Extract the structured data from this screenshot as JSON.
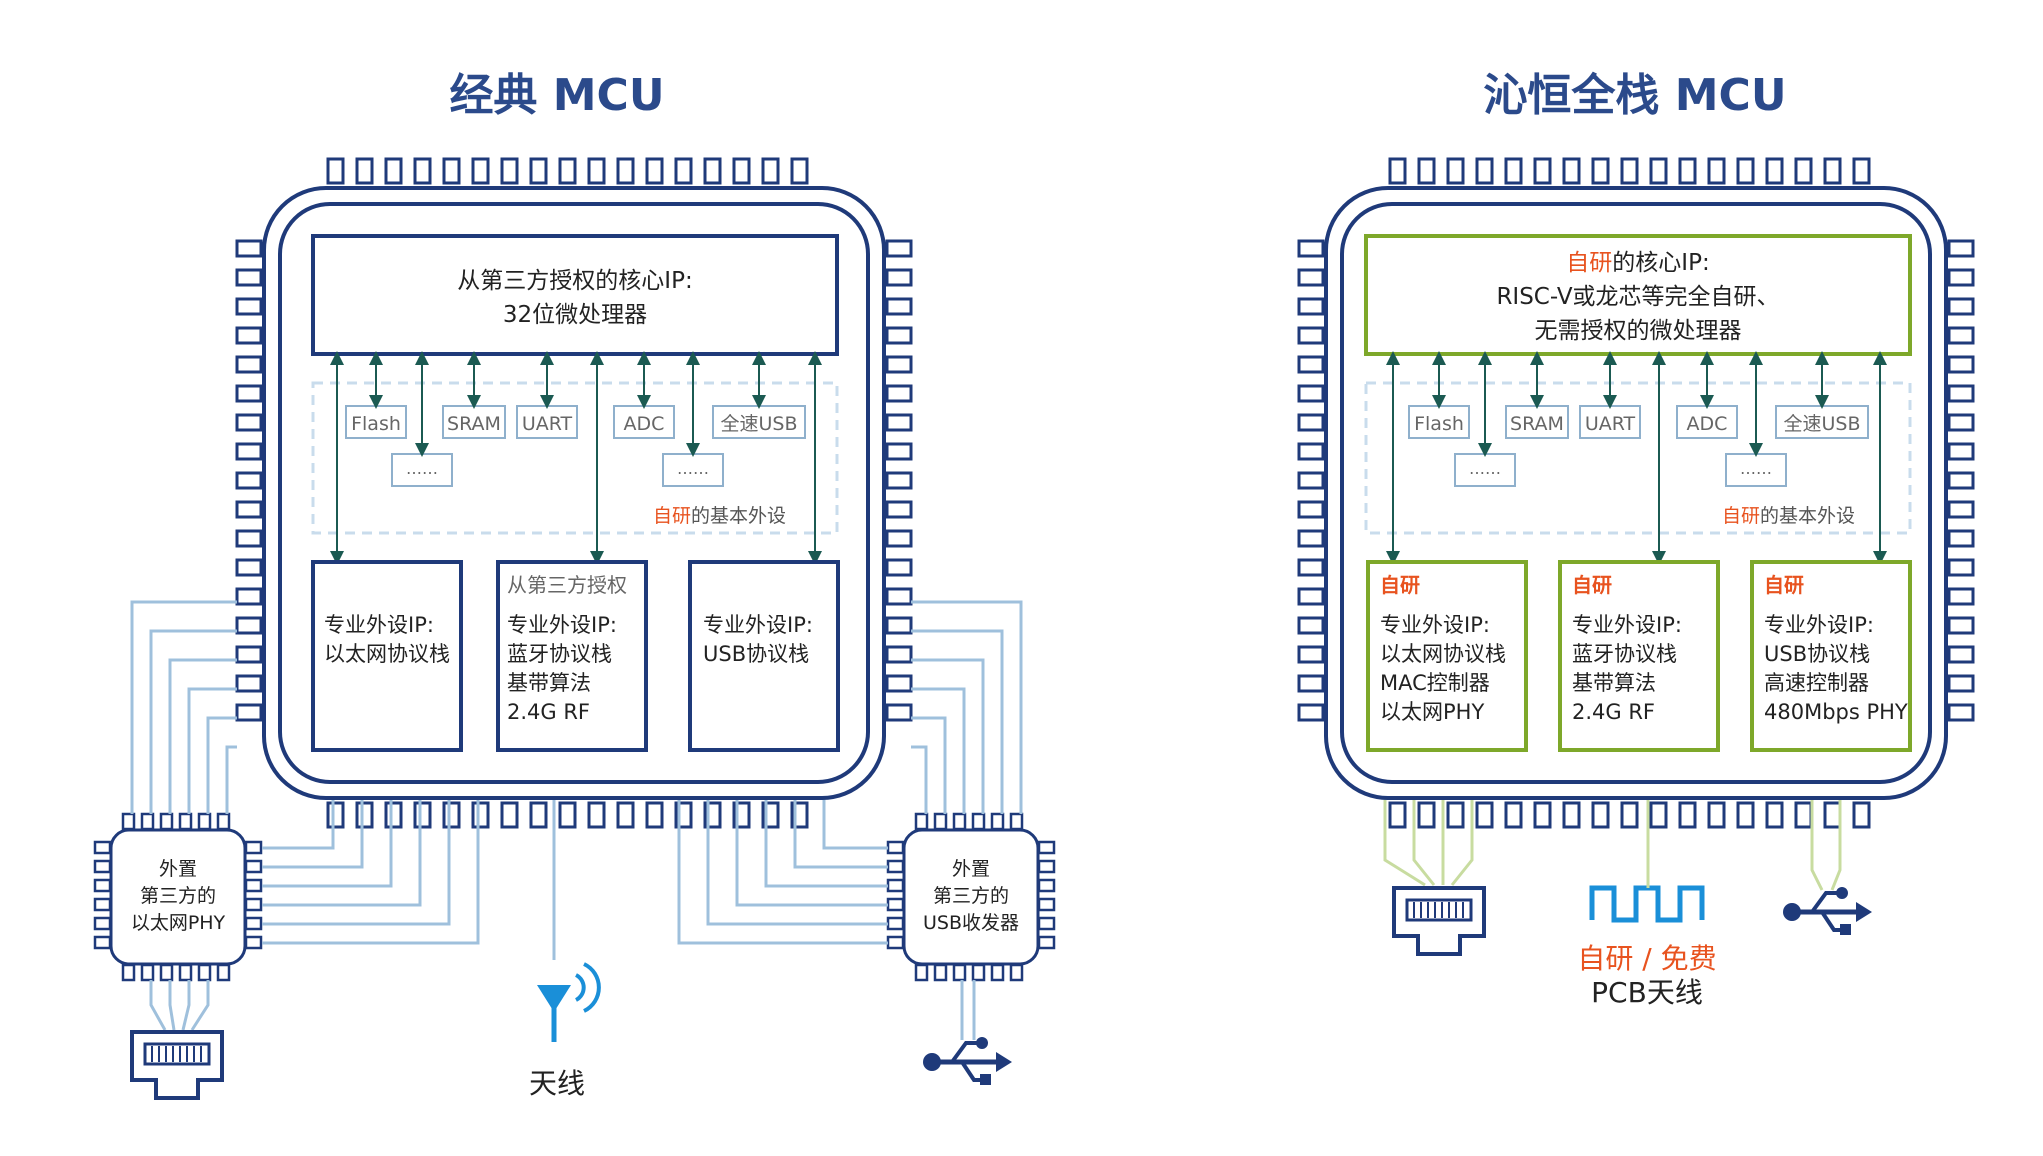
{
  "left": {
    "title": "经典 MCU",
    "core": [
      "从第三方授权的核心IP:",
      "32位微处理器"
    ],
    "peripherals": [
      "Flash",
      "SRAM",
      "UART",
      "ADC",
      "全速USB",
      "……",
      "……"
    ],
    "self_dev_highlight": "自研",
    "self_dev_rest": "的基本外设",
    "blocks": [
      {
        "header": "",
        "lines": [
          "专业外设IP:",
          "以太网协议栈"
        ]
      },
      {
        "header": "从第三方授权",
        "lines": [
          "专业外设IP:",
          "蓝牙协议栈",
          "基带算法",
          "2.4G RF"
        ]
      },
      {
        "header": "",
        "lines": [
          "专业外设IP:",
          "USB协议栈"
        ]
      }
    ],
    "ext_left": [
      "外置",
      "第三方的",
      "以太网PHY"
    ],
    "ext_right": [
      "外置",
      "第三方的",
      "USB收发器"
    ],
    "antenna": "天线"
  },
  "right": {
    "title": "沁恒全栈 MCU",
    "core_highlight": "自研",
    "core_line1_rest": "的核心IP:",
    "core_lines": [
      "RISC-V或龙芯等完全自研、",
      "无需授权的微处理器"
    ],
    "peripherals": [
      "Flash",
      "SRAM",
      "UART",
      "ADC",
      "全速USB",
      "……",
      "……"
    ],
    "self_dev_highlight": "自研",
    "self_dev_rest": "的基本外设",
    "blocks": [
      {
        "header": "自研",
        "lines": [
          "专业外设IP:",
          "以太网协议栈",
          "MAC控制器",
          "以太网PHY"
        ]
      },
      {
        "header": "自研",
        "lines": [
          "专业外设IP:",
          "蓝牙协议栈",
          "基带算法",
          "2.4G RF"
        ]
      },
      {
        "header": "自研",
        "lines": [
          "专业外设IP:",
          "USB协议栈",
          "高速控制器",
          "480Mbps PHY"
        ]
      }
    ],
    "antenna_line1": "自研 / 免费",
    "antenna_line2": "PCB天线"
  },
  "colors": {
    "navy": "#1f3a7a",
    "green": "#7ea82a",
    "orange": "#e8531f",
    "blue": "#1a8fd8",
    "light_line": "#9fc0dc",
    "light_green": "#c8dca0"
  }
}
